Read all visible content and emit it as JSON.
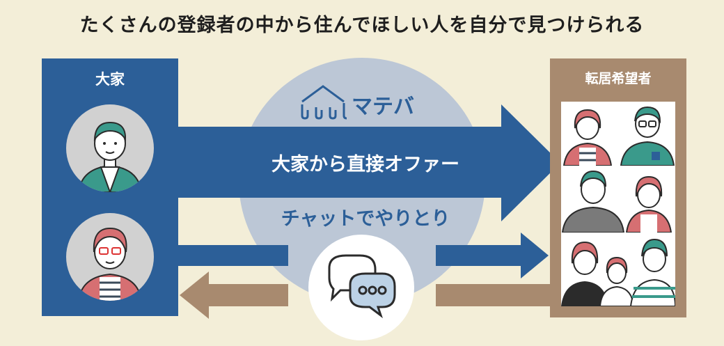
{
  "title": "たくさんの登録者の中から住んでほしい人を自分で見つけられる",
  "landlord": {
    "label": "大家"
  },
  "seekers": {
    "label": "転居希望者"
  },
  "brand": {
    "name": "マテバ"
  },
  "flows": {
    "offer": "大家から直接オファー",
    "chat": "チャットでやりとり"
  },
  "colors": {
    "background": "#f3eed8",
    "landlord_blue": "#2c5f98",
    "seeker_brown": "#a88a6f",
    "disc": "#bcc7d6",
    "teal": "#3a9a8b",
    "pink": "#d66f72"
  }
}
